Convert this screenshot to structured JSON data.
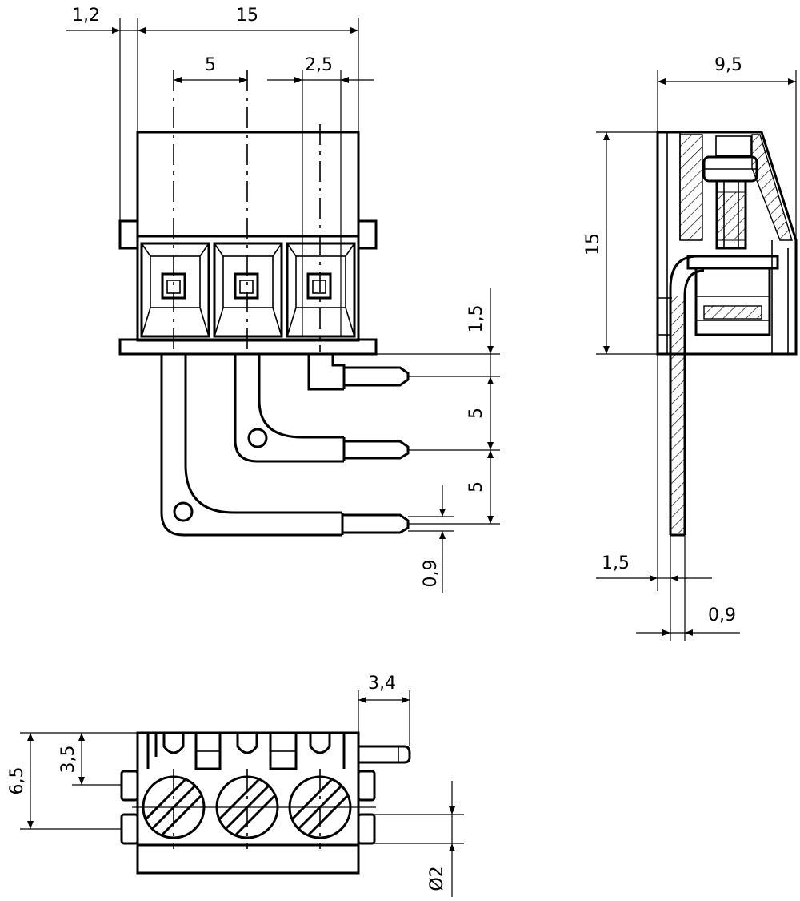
{
  "drawing": {
    "type": "terminal-block-dimension-drawing",
    "line_color": "#000000",
    "background": "#ffffff"
  },
  "dims": {
    "front_offset": "1,2",
    "front_width": "15",
    "front_pitch": "5",
    "front_pin_offset": "2,5",
    "front_pin_top": "1,5",
    "front_pin_pitch_a": "5",
    "front_pin_pitch_b": "5",
    "front_pin_thick": "0,9",
    "side_depth": "9,5",
    "side_height": "15",
    "side_pin_offset": "1,5",
    "side_pin_thick": "0,9",
    "bottom_pin_proj": "3,4",
    "bottom_height": "6,5",
    "bottom_screw_pos": "3,5",
    "bottom_hole_dia": "Ø2"
  }
}
